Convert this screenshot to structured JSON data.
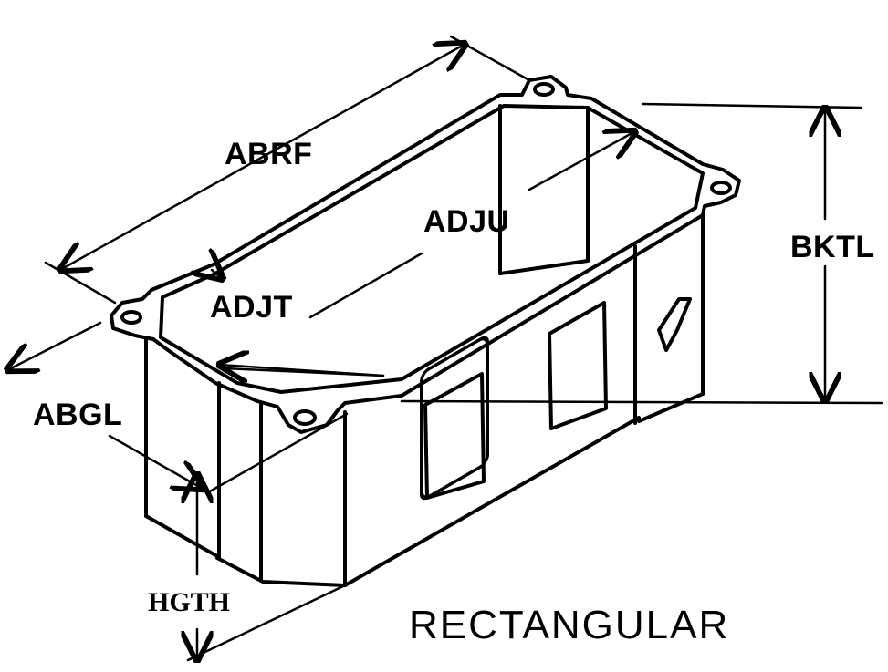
{
  "diagram": {
    "title": "RECTANGULAR",
    "labels": {
      "abrf": "ABRF",
      "adju": "ADJU",
      "adjt": "ADJT",
      "abgl": "ABGL",
      "bktl": "BKTL",
      "hgth": "HGTH"
    },
    "colors": {
      "ink": "#000000",
      "paper": "#ffffff"
    }
  }
}
